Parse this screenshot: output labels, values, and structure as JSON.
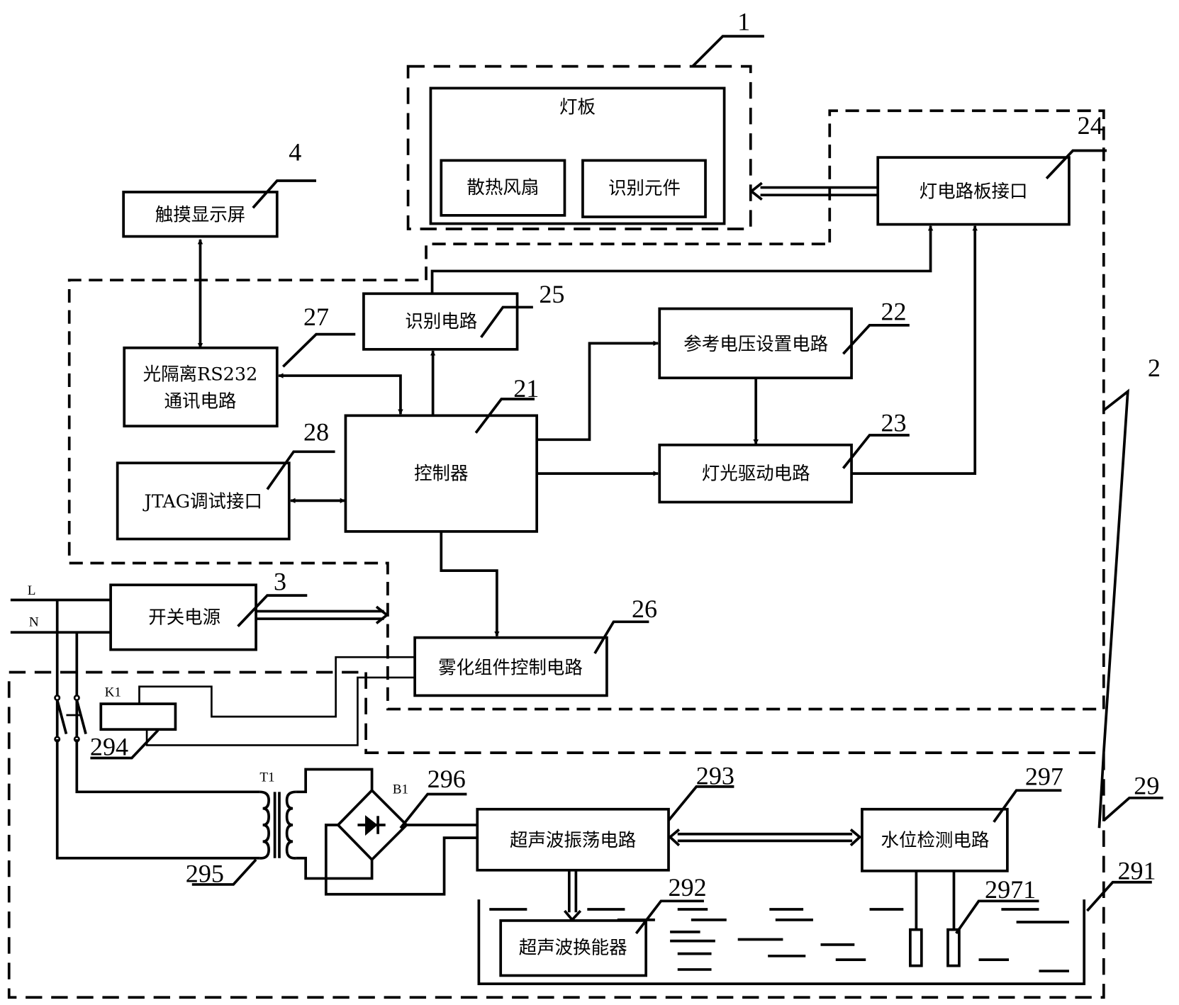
{
  "title": "Lamp and ultrasonic atomizer control system block diagram",
  "modules": {
    "lamp_board": {
      "ref": "1",
      "label": "灯板",
      "fan": "散热风扇",
      "id_element": "识别元件"
    },
    "controller_board": {
      "ref": "2"
    },
    "power_supply": {
      "ref": "3",
      "label": "开关电源",
      "line_L": "L",
      "line_N": "N"
    },
    "touch_screen": {
      "ref": "4",
      "label": "触摸显示屏"
    },
    "controller": {
      "ref": "21",
      "label": "控制器"
    },
    "ref_voltage": {
      "ref": "22",
      "label": "参考电压设置电路"
    },
    "light_driver": {
      "ref": "23",
      "label": "灯光驱动电路"
    },
    "lamp_interface": {
      "ref": "24",
      "label": "灯电路板接口"
    },
    "id_circuit": {
      "ref": "25",
      "label": "识别电路"
    },
    "atomizer_control": {
      "ref": "26",
      "label": "雾化组件控制电路"
    },
    "rs232": {
      "ref": "27",
      "label_line1": "光隔离RS232",
      "label_line2": "通讯电路"
    },
    "jtag": {
      "ref": "28",
      "label": "JTAG调试接口"
    },
    "atomizer": {
      "ref": "29",
      "tank_ref": "291",
      "transducer": {
        "ref": "292",
        "label": "超声波换能器"
      },
      "oscillator": {
        "ref": "293",
        "label": "超声波振荡电路"
      },
      "relay": {
        "ref": "294",
        "label": "K1"
      },
      "transformer": {
        "ref": "295",
        "label": "T1"
      },
      "rectifier": {
        "ref": "296",
        "label": "B1"
      },
      "water_level": {
        "ref": "297",
        "label": "水位检测电路"
      },
      "probe": {
        "ref": "2971"
      }
    }
  }
}
